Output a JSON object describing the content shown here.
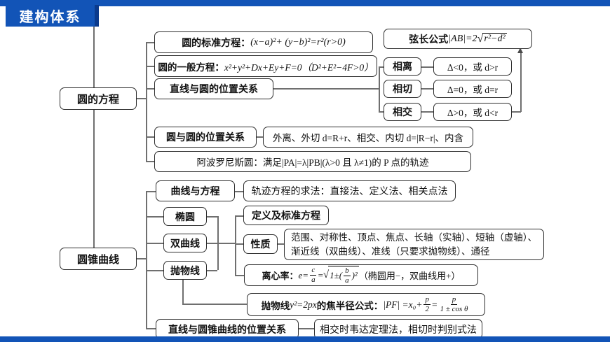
{
  "header": {
    "title": "建构体系"
  },
  "colors": {
    "accent": "#1254b7",
    "accent_dark": "#0b3a8c",
    "line": "#6f6f6f"
  },
  "roots": {
    "circle": "圆的方程",
    "conic": "圆锥曲线"
  },
  "circle_branch": {
    "standard": {
      "label": "圆的标准方程：",
      "formula": "(x−a)²+ (y−b)²=r²(r>0)"
    },
    "general": {
      "label": "圆的一般方程：",
      "formula": "x²+y²+Dx+Ey+F=0（D²+E²−4F>0）"
    },
    "line_circle": "直线与圆的位置关系",
    "chord": {
      "label": "弦长公式 ",
      "pre": "|AB|=2",
      "radicand": "r²−d²"
    },
    "relations": [
      {
        "name": "相离",
        "cond": "Δ<0，或 d>r"
      },
      {
        "name": "相切",
        "cond": "Δ=0，或 d=r"
      },
      {
        "name": "相交",
        "cond": "Δ>0，或 d<r"
      }
    ],
    "circle_circle": {
      "label": "圆与圆的位置关系",
      "detail": "外离、外切 d=R+r、相交、内切 d=|R−r|、内含"
    },
    "apollonius": "阿波罗尼斯圆：满足|PA|=λ|PB|(λ>0 且 λ≠1)的 P 点的轨迹"
  },
  "conic_branch": {
    "curve_eq": {
      "label": "曲线与方程",
      "detail": "轨迹方程的求法：直接法、定义法、相关点法"
    },
    "types": [
      {
        "label": "椭圆"
      },
      {
        "label": "双曲线"
      },
      {
        "label": "抛物线"
      }
    ],
    "def_std": "定义及标准方程",
    "props": {
      "label": "性质",
      "line1": "范围、对称性、顶点、焦点、长轴（实轴）、短轴（虚轴）、",
      "line2": "渐近线（双曲线）、准线（只要求抛物线）、通径"
    },
    "ecc": {
      "label": "离心率：",
      "e": "e=",
      "frac1_num": "c",
      "frac1_den": "a",
      "eq": "=",
      "rad_pre": "1±(",
      "frac2_num": "b",
      "frac2_den": "a",
      "rad_post": ")²",
      "suffix": "（椭圆用−，双曲线用+）"
    },
    "focal": {
      "pre1": "抛物线 ",
      "f1": "y²=2px",
      "pre2": " 的焦半径公式：",
      "f2": "|PF| =x₀+",
      "frac1_num": "p",
      "frac1_den": "2",
      "eq": "=",
      "frac2_num": "p",
      "frac2_den": "1 ± cos θ"
    },
    "line_conic": {
      "label": "直线与圆锥曲线的位置关系",
      "detail": "相交时韦达定理法，相切时判别式法"
    }
  }
}
